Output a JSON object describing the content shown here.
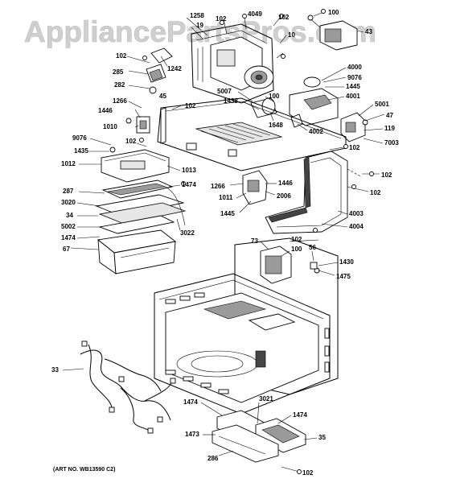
{
  "watermark": "AppliancePartsPros.com",
  "art_number": "(ART NO. WB13590 C2)",
  "callouts": [
    {
      "id": "c1258",
      "text": "1258"
    },
    {
      "id": "c19",
      "text": "19"
    },
    {
      "id": "c102a",
      "text": "102"
    },
    {
      "id": "c4049",
      "text": "4049"
    },
    {
      "id": "c102b",
      "text": "102"
    },
    {
      "id": "c100a",
      "text": "100"
    },
    {
      "id": "c43",
      "text": "43"
    },
    {
      "id": "c10x",
      "text": "10"
    },
    {
      "id": "c102c",
      "text": "102"
    },
    {
      "id": "c1242",
      "text": "1242"
    },
    {
      "id": "c285",
      "text": "285"
    },
    {
      "id": "c282",
      "text": "282"
    },
    {
      "id": "c4000",
      "text": "4000"
    },
    {
      "id": "c9076a",
      "text": "9076"
    },
    {
      "id": "c1445a",
      "text": "1445"
    },
    {
      "id": "c5007",
      "text": "5007"
    },
    {
      "id": "c100b",
      "text": "100"
    },
    {
      "id": "c4001",
      "text": "4001"
    },
    {
      "id": "c1266a",
      "text": "1266"
    },
    {
      "id": "c45",
      "text": "45"
    },
    {
      "id": "c102d",
      "text": "102"
    },
    {
      "id": "c1438",
      "text": "1438"
    },
    {
      "id": "c1446a",
      "text": "1446"
    },
    {
      "id": "c1648",
      "text": "1648"
    },
    {
      "id": "c5001",
      "text": "5001"
    },
    {
      "id": "c47",
      "text": "47"
    },
    {
      "id": "c1010",
      "text": "1010"
    },
    {
      "id": "c4002",
      "text": "4002"
    },
    {
      "id": "c119",
      "text": "119"
    },
    {
      "id": "c9076b",
      "text": "9076"
    },
    {
      "id": "c102e",
      "text": "102"
    },
    {
      "id": "c7003",
      "text": "7003"
    },
    {
      "id": "c1435",
      "text": "1435"
    },
    {
      "id": "c102f",
      "text": "102"
    },
    {
      "id": "c1012",
      "text": "1012"
    },
    {
      "id": "c1013",
      "text": "1013"
    },
    {
      "id": "c102g",
      "text": "102"
    },
    {
      "id": "c1474a",
      "text": "1474"
    },
    {
      "id": "c1266b",
      "text": "1266"
    },
    {
      "id": "c1446b",
      "text": "1446"
    },
    {
      "id": "c287",
      "text": "287"
    },
    {
      "id": "c102h",
      "text": "102"
    },
    {
      "id": "c1011",
      "text": "1011"
    },
    {
      "id": "c2006",
      "text": "2006"
    },
    {
      "id": "c3020",
      "text": "3020"
    },
    {
      "id": "c1445b",
      "text": "1445"
    },
    {
      "id": "c4003",
      "text": "4003"
    },
    {
      "id": "c34",
      "text": "34"
    },
    {
      "id": "c3022",
      "text": "3022"
    },
    {
      "id": "c5002",
      "text": "5002"
    },
    {
      "id": "c4004",
      "text": "4004"
    },
    {
      "id": "c1474b",
      "text": "1474"
    },
    {
      "id": "c102i",
      "text": "102"
    },
    {
      "id": "c73",
      "text": "73"
    },
    {
      "id": "c56",
      "text": "56"
    },
    {
      "id": "c67",
      "text": "67"
    },
    {
      "id": "c100c",
      "text": "100"
    },
    {
      "id": "c1430",
      "text": "1430"
    },
    {
      "id": "c1475",
      "text": "1475"
    },
    {
      "id": "c33",
      "text": "33"
    },
    {
      "id": "c1474c",
      "text": "1474"
    },
    {
      "id": "c3021",
      "text": "3021"
    },
    {
      "id": "c1474d",
      "text": "1474"
    },
    {
      "id": "c1473",
      "text": "1473"
    },
    {
      "id": "c35",
      "text": "35"
    },
    {
      "id": "c286",
      "text": "286"
    },
    {
      "id": "c102j",
      "text": "102"
    }
  ]
}
